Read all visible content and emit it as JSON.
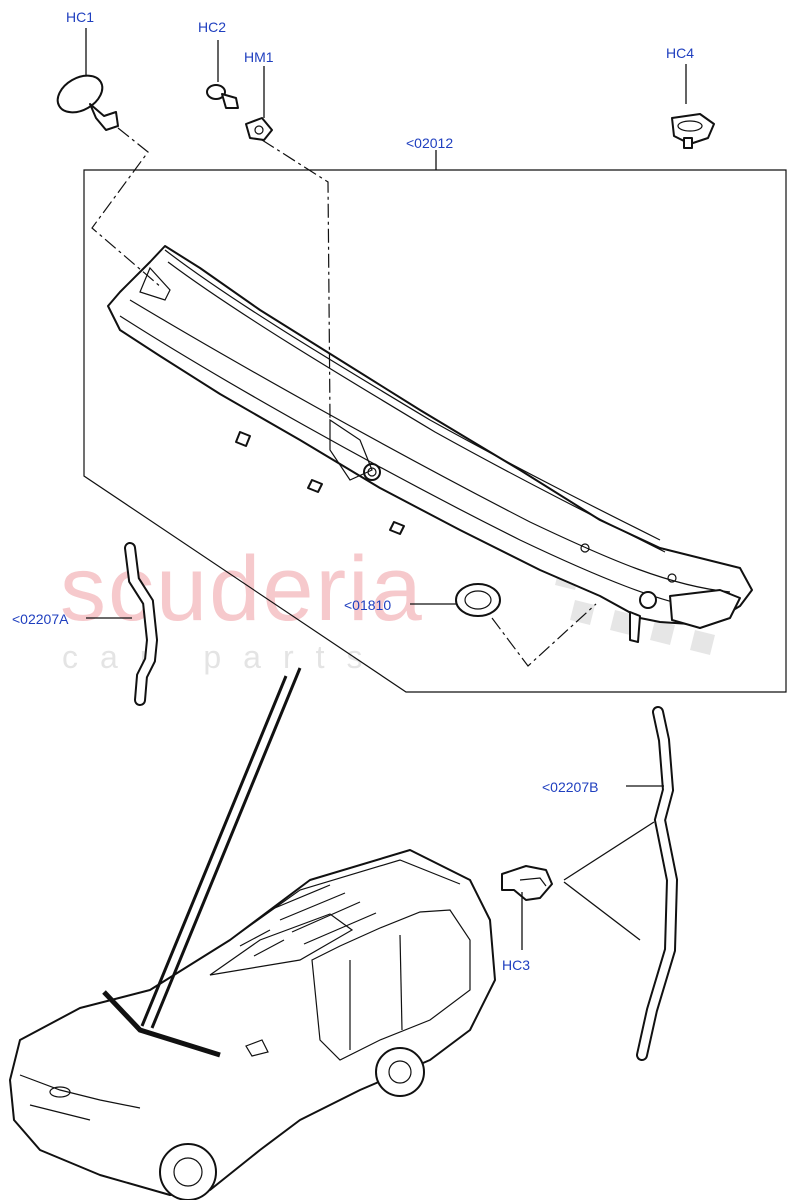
{
  "watermark": {
    "brand": "scuderia",
    "tagline": "car parts"
  },
  "callouts": {
    "hc1": "HC1",
    "hc2": "HC2",
    "hm1": "HM1",
    "hc4": "HC4",
    "assembly": "<02012",
    "hose_a": "<02207A",
    "grommet": "<01810",
    "hose_b": "<02207B",
    "hc3": "HC3"
  },
  "colors": {
    "label": "#1f3fbf",
    "watermark_brand": "#f6c9cc",
    "watermark_tagline": "#e4e4e4",
    "line": "#111111"
  }
}
